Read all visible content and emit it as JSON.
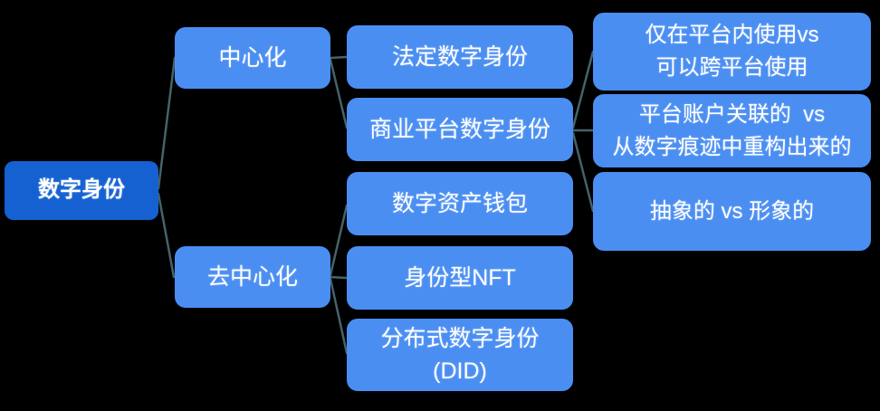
{
  "diagram": {
    "root": {
      "label": "数字身份"
    },
    "level2": [
      {
        "label": "中心化"
      },
      {
        "label": "去中心化"
      }
    ],
    "level3": [
      {
        "label": "法定数字身份"
      },
      {
        "label": "商业平台数字身份"
      },
      {
        "label": "数字资产钱包"
      },
      {
        "label": "身份型NFT"
      },
      {
        "label": "分布式数字身份\n(DID)"
      }
    ],
    "level4": [
      {
        "label": "仅在平台内使用vs\n可以跨平台使用"
      },
      {
        "label": "平台账户关联的  vs\n从数字痕迹中重构出来的"
      },
      {
        "label": "抽象的 vs 形象的"
      }
    ],
    "edges": [
      {
        "from": "数字身份",
        "to": "中心化"
      },
      {
        "from": "数字身份",
        "to": "去中心化"
      },
      {
        "from": "中心化",
        "to": "法定数字身份"
      },
      {
        "from": "中心化",
        "to": "商业平台数字身份"
      },
      {
        "from": "去中心化",
        "to": "数字资产钱包"
      },
      {
        "from": "去中心化",
        "to": "身份型NFT"
      },
      {
        "from": "去中心化",
        "to": "分布式数字身份(DID)"
      },
      {
        "from": "商业平台数字身份",
        "to": "仅在平台内使用vs可以跨平台使用"
      },
      {
        "from": "商业平台数字身份",
        "to": "平台账户关联的 vs 从数字痕迹中重构出来的"
      },
      {
        "from": "商业平台数字身份",
        "to": "抽象的 vs 形象的"
      }
    ],
    "colors": {
      "root_fill": "#1561d2",
      "node_fill": "#4a8ef2",
      "text": "#ffffff",
      "edge": "#46626a",
      "background": "#000000"
    }
  }
}
